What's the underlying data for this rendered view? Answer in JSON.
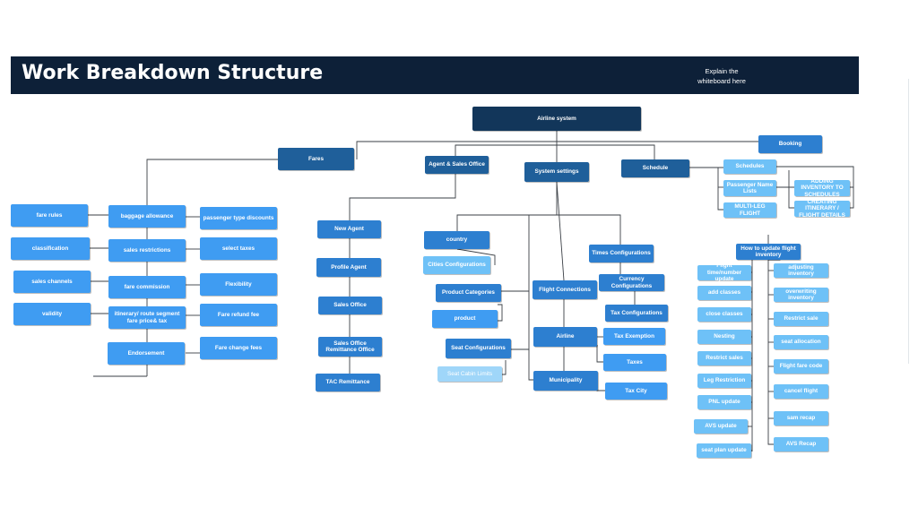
{
  "header": {
    "title": "Work Breakdown Structure",
    "explain_line1": "Explain the",
    "explain_line2": "whiteboard here"
  },
  "colors": {
    "header_bg": "#0d2038",
    "level1": "#12365a",
    "level2": "#1f5f9a",
    "level3": "#2d7fd0",
    "level4": "#3f9cf2",
    "level5": "#6ec1f7",
    "level6": "#9fd6f9",
    "connector": "#3a3f45"
  },
  "nodes": {
    "airline_system": "Airline system",
    "fares": "Fares",
    "agent_sales_office": "Agent & Sales Office",
    "system_settings": "System settings",
    "schedule": "Schedule",
    "booking": "Booking",
    "fare_rules": "fare rules",
    "classification": "classification",
    "sales_channels": "sales channels",
    "validity": "validity",
    "baggage_allowance": "baggage allowance",
    "sales_restrictions": "sales restrictions",
    "fare_commission": "fare commission",
    "itinerary_route": "itinerary/ route segment fare price& tax",
    "endorsement": "Endorsement",
    "passenger_type_discounts": "passenger type  discounts",
    "select_taxes": "select taxes",
    "flexibility": "Flexibility",
    "fare_refund_fee": "Fare refund fee",
    "fare_change_fees": "Fare change fees",
    "new_agent": "New Agent",
    "profile_agent": "Profile Agent",
    "sales_office": "Sales Office",
    "sales_office_remittance": "Sales Office Remittance Office",
    "tac_remittance": "TAC Remittance",
    "country": "country",
    "cities_configurations": "Cities Configurations",
    "product_categories": "Product Categories",
    "product": "product",
    "seat_configurations": "Seat Configurations",
    "seat_cabin_limits": "Seat  Cabin Limits",
    "flight_connections": "Flight Connections",
    "airline": "Airline",
    "municipality": "Municipality",
    "times_configurations": "Times Configurations",
    "currency_configurations": "Currency Configurations",
    "tax_configurations": "Tax Configurations",
    "tax_exemption": "Tax Exemption",
    "taxes": "Taxes",
    "tax_city": "Tax City",
    "schedules": "Schedules",
    "passenger_name_lists": "Passenger Name Lists",
    "multi_leg_flight": "MULTI-LEG FLIGHT",
    "adding_inventory": "ADDING INVENTORY TO SCHEDULES",
    "creating_itinerary": "CREATING ITINERARY / FLIGHT DETAILS",
    "how_to_update": "How to update  flight inventory",
    "flight_time_number_update": "Flight time/number update",
    "add_classes": "add classes",
    "close_classes": "close  classes",
    "nesting": "Nesting",
    "restrict_sales_left": "Restrict sales",
    "leg_restriction": "Leg Restriction",
    "pnl_update": "PNL update",
    "avs_update": "AVS update",
    "seat_plan_update": "seat plan update",
    "adjusting_inventory": "adjusting  inventory",
    "overwriting_inventory": "overwriting  inventory",
    "restrict_sale_right": "Restrict sale",
    "seat_allocation": "seat allocation",
    "flight_fare_code": "Flight  fare code",
    "cancel_flight": "cancel flight",
    "sam_recap": "sam recap",
    "avs_recap": "AVS Recap"
  }
}
